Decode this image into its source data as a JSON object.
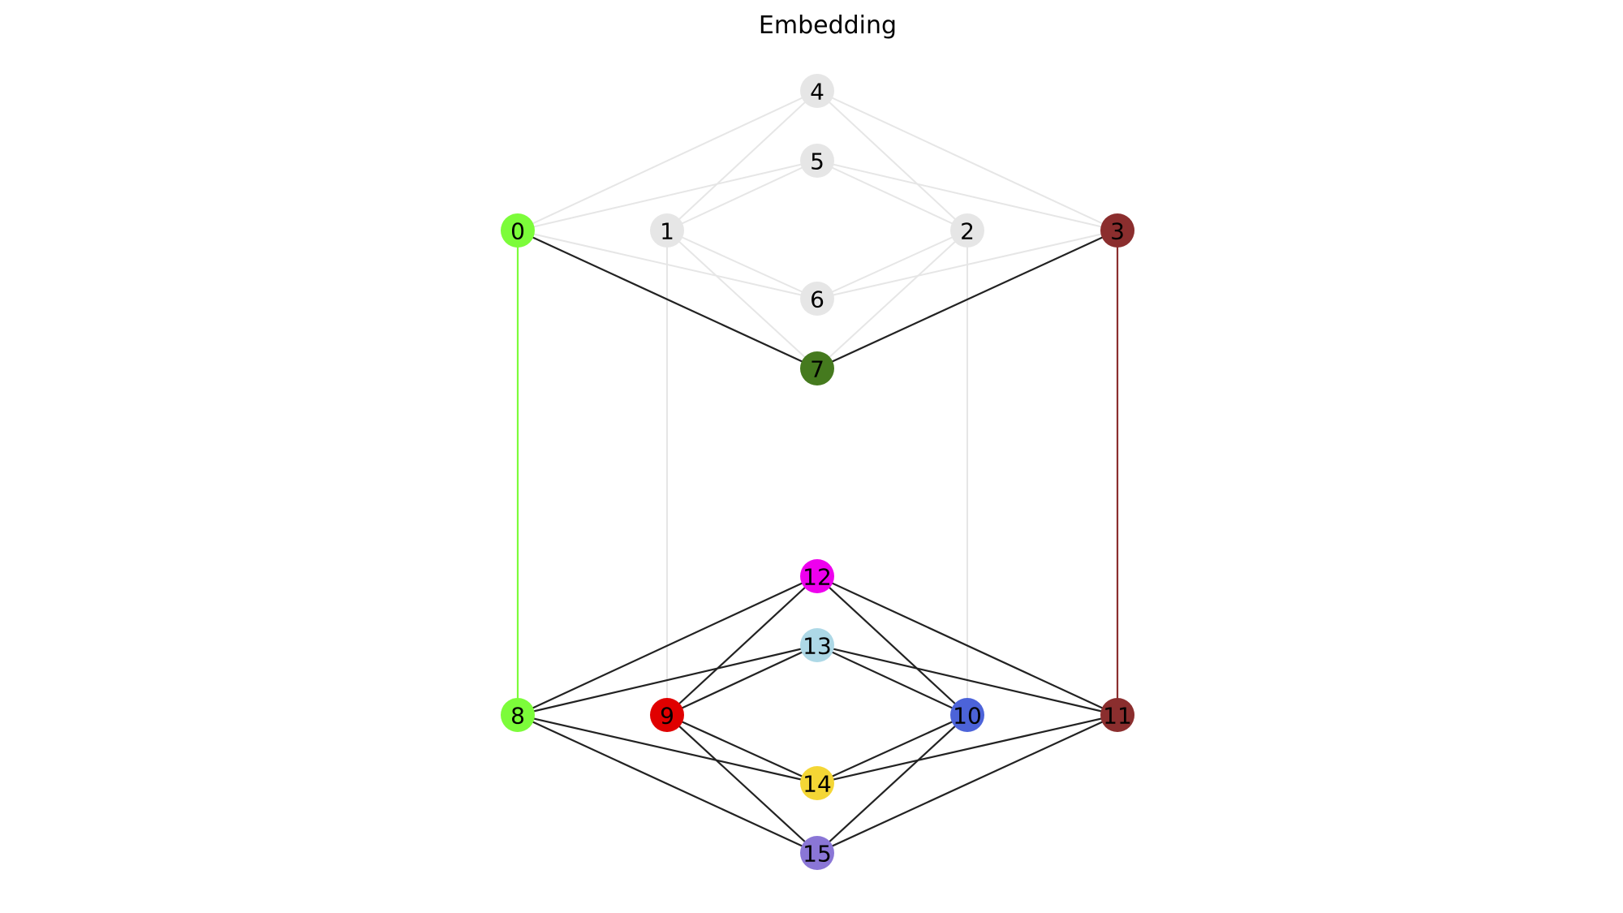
{
  "title": "Embedding",
  "graph": {
    "nodes": [
      {
        "id": 0,
        "label": "0",
        "color": "#7CFC3A"
      },
      {
        "id": 1,
        "label": "1",
        "color": "#E6E6E6"
      },
      {
        "id": 2,
        "label": "2",
        "color": "#E6E6E6"
      },
      {
        "id": 3,
        "label": "3",
        "color": "#8B2E2E"
      },
      {
        "id": 4,
        "label": "4",
        "color": "#E6E6E6"
      },
      {
        "id": 5,
        "label": "5",
        "color": "#E6E6E6"
      },
      {
        "id": 6,
        "label": "6",
        "color": "#E6E6E6"
      },
      {
        "id": 7,
        "label": "7",
        "color": "#457A1E"
      },
      {
        "id": 8,
        "label": "8",
        "color": "#7CFC3A"
      },
      {
        "id": 9,
        "label": "9",
        "color": "#E00000"
      },
      {
        "id": 10,
        "label": "10",
        "color": "#4C63D9"
      },
      {
        "id": 11,
        "label": "11",
        "color": "#8B2E2E"
      },
      {
        "id": 12,
        "label": "12",
        "color": "#EE00EE"
      },
      {
        "id": 13,
        "label": "13",
        "color": "#ADD8E6"
      },
      {
        "id": 14,
        "label": "14",
        "color": "#F4D635"
      },
      {
        "id": 15,
        "label": "15",
        "color": "#8A76D6"
      }
    ],
    "edges": [
      {
        "source": 0,
        "target": 4,
        "color": "#E6E6E6"
      },
      {
        "source": 0,
        "target": 5,
        "color": "#E6E6E6"
      },
      {
        "source": 0,
        "target": 6,
        "color": "#E6E6E6"
      },
      {
        "source": 1,
        "target": 4,
        "color": "#E6E6E6"
      },
      {
        "source": 1,
        "target": 5,
        "color": "#E6E6E6"
      },
      {
        "source": 1,
        "target": 6,
        "color": "#E6E6E6"
      },
      {
        "source": 1,
        "target": 7,
        "color": "#E6E6E6"
      },
      {
        "source": 2,
        "target": 4,
        "color": "#E6E6E6"
      },
      {
        "source": 2,
        "target": 5,
        "color": "#E6E6E6"
      },
      {
        "source": 2,
        "target": 6,
        "color": "#E6E6E6"
      },
      {
        "source": 2,
        "target": 7,
        "color": "#E6E6E6"
      },
      {
        "source": 3,
        "target": 4,
        "color": "#E6E6E6"
      },
      {
        "source": 3,
        "target": 5,
        "color": "#E6E6E6"
      },
      {
        "source": 3,
        "target": 6,
        "color": "#E6E6E6"
      },
      {
        "source": 1,
        "target": 9,
        "color": "#E6E6E6"
      },
      {
        "source": 2,
        "target": 10,
        "color": "#E6E6E6"
      },
      {
        "source": 0,
        "target": 7,
        "color": "#222222"
      },
      {
        "source": 3,
        "target": 7,
        "color": "#222222"
      },
      {
        "source": 0,
        "target": 8,
        "color": "#7CFC3A"
      },
      {
        "source": 3,
        "target": 11,
        "color": "#8B2E2E"
      },
      {
        "source": 8,
        "target": 12,
        "color": "#222222"
      },
      {
        "source": 8,
        "target": 13,
        "color": "#222222"
      },
      {
        "source": 8,
        "target": 14,
        "color": "#222222"
      },
      {
        "source": 8,
        "target": 15,
        "color": "#222222"
      },
      {
        "source": 9,
        "target": 12,
        "color": "#222222"
      },
      {
        "source": 9,
        "target": 13,
        "color": "#222222"
      },
      {
        "source": 9,
        "target": 14,
        "color": "#222222"
      },
      {
        "source": 9,
        "target": 15,
        "color": "#222222"
      },
      {
        "source": 10,
        "target": 12,
        "color": "#222222"
      },
      {
        "source": 10,
        "target": 13,
        "color": "#222222"
      },
      {
        "source": 10,
        "target": 14,
        "color": "#222222"
      },
      {
        "source": 10,
        "target": 15,
        "color": "#222222"
      },
      {
        "source": 11,
        "target": 12,
        "color": "#222222"
      },
      {
        "source": 11,
        "target": 13,
        "color": "#222222"
      },
      {
        "source": 11,
        "target": 14,
        "color": "#222222"
      },
      {
        "source": 11,
        "target": 15,
        "color": "#222222"
      }
    ]
  }
}
